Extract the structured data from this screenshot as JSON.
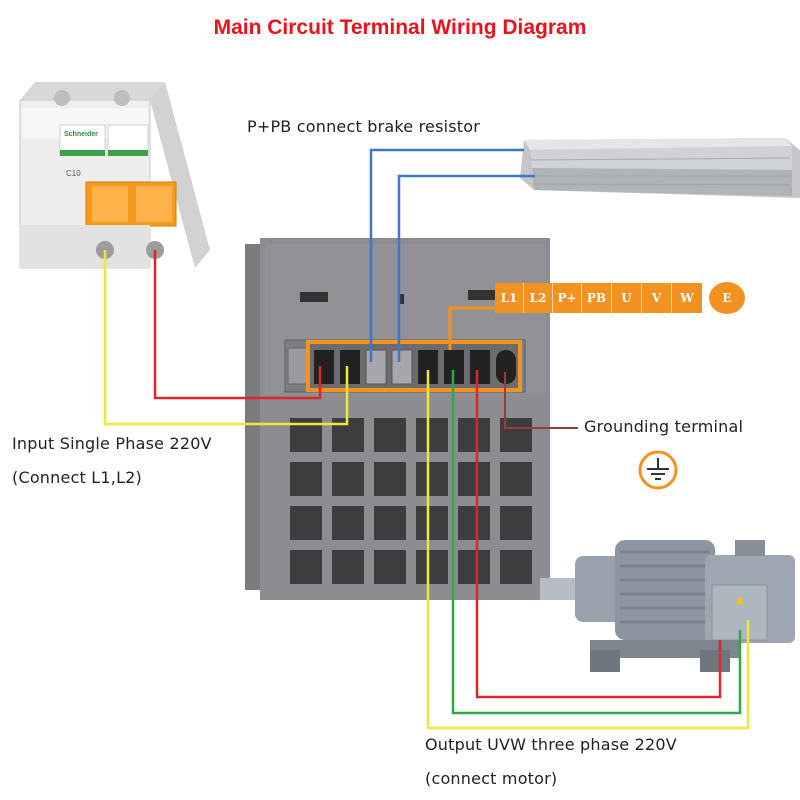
{
  "title": "Main Circuit Terminal Wiring Diagram",
  "labels": {
    "brake": "P+PB connect brake resistor",
    "input_line1": "Input Single Phase 220V",
    "input_line2": "(Connect L1,L2)",
    "grounding": "Grounding terminal",
    "output_line1": "Output UVW three phase 220V",
    "output_line2": "(connect motor)"
  },
  "terminals": [
    "L1",
    "L2",
    "P+",
    "PB",
    "U",
    "V",
    "W"
  ],
  "earth_terminal": "E",
  "breaker": {
    "brand": "Schneider",
    "rating": "C10"
  },
  "colors": {
    "title": "#e8131b",
    "terminal_orange": "#f29221",
    "wire_red": "#e0262a",
    "wire_yellow": "#f2e63a",
    "wire_green": "#2fa84a",
    "wire_blue": "#3a78c8",
    "inverter_gray": "#8a8a8e",
    "breaker_orange": "#f59a1e",
    "motor_gray": "#9aa3ad"
  },
  "icons": [
    "circuit-breaker-icon",
    "inverter-icon",
    "brake-resistor-icon",
    "motor-icon",
    "ground-symbol-icon"
  ]
}
